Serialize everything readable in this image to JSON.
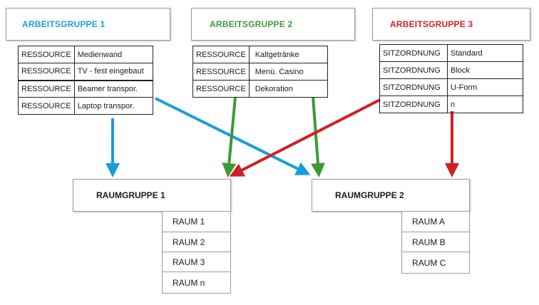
{
  "colors": {
    "blue": "#1a9cdc",
    "green": "#3a9a36",
    "red": "#cf1f25"
  },
  "groups": [
    {
      "title": "ARBEITSGRUPPE 1",
      "color": "#1a9cdc",
      "rows": [
        {
          "k": "RESSOURCE",
          "v": "Medienwand"
        },
        {
          "k": "RESSOURCE",
          "v": "TV - fest eingebaut"
        },
        {
          "k": "RESSOURCE",
          "v": "Beamer transpor."
        },
        {
          "k": "RESSOURCE",
          "v": "Laptop transpor."
        }
      ]
    },
    {
      "title": "ARBEITSGRUPPE 2",
      "color": "#3a9a36",
      "rows": [
        {
          "k": "RESSOURCE",
          "v": "Kaltgetränke"
        },
        {
          "k": "RESSOURCE",
          "v": "Menü. Casino"
        },
        {
          "k": "RESSOURCE",
          "v": "Dekoration"
        }
      ]
    },
    {
      "title": "ARBEITSGRUPPE 3",
      "color": "#cf1f25",
      "rows": [
        {
          "k": "SITZORDNUNG",
          "v": "Standard"
        },
        {
          "k": "SITZORDNUNG",
          "v": "Block"
        },
        {
          "k": "SITZORDNUNG",
          "v": "U-Form"
        },
        {
          "k": "SITZORDNUNG",
          "v": "n"
        }
      ]
    }
  ],
  "roomgroups": [
    {
      "title": "RAUMGRUPPE 1",
      "rooms": [
        "RAUM 1",
        "RAUM 2",
        "RAUM 3",
        "RAUM n"
      ]
    },
    {
      "title": "RAUMGRUPPE 2",
      "rooms": [
        "RAUM A",
        "RAUM B",
        "RAUM C"
      ]
    }
  ]
}
